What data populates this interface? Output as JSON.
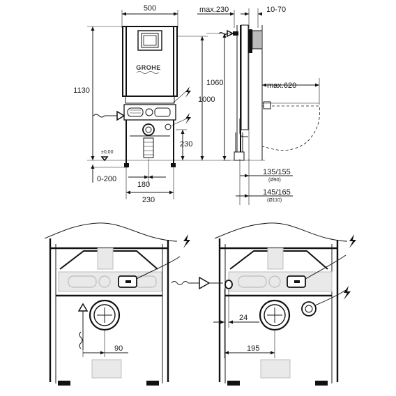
{
  "brand": {
    "logo": "GROHE"
  },
  "front_view": {
    "width": "500",
    "height_total": "1130",
    "height_inner": "1000",
    "pipe_height": "230",
    "floor_level": "±0,00",
    "adjust_range": "0-200",
    "spacing_a": "180",
    "spacing_b": "230"
  },
  "side_view": {
    "depth_max": "max.230",
    "wall_range": "10-70",
    "height_1060": "1060",
    "projection_max": "max.620",
    "outlet_1_main": "135/155",
    "outlet_1_sub": "(Ø90)",
    "outlet_2_main": "145/165",
    "outlet_2_sub": "(Ø110)"
  },
  "detail_left": {
    "offset": "90"
  },
  "detail_right": {
    "offset_small": "24",
    "offset_large": "195"
  }
}
